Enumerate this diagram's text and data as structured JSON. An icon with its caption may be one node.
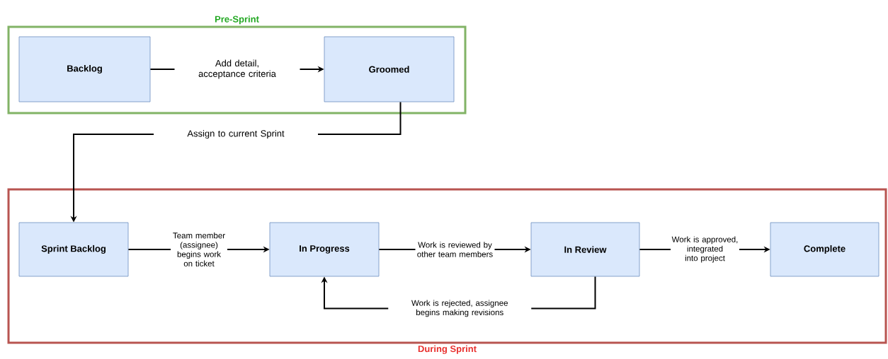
{
  "diagram": {
    "nodes": [
      {
        "text": [
          "Pre-Sprint"
        ]
      },
      {
        "text": [
          "Backlog"
        ],
        "in": 0
      },
      {
        "text": [
          "Groomed"
        ],
        "in": 0
      },
      {
        "text": [
          "During Sprint"
        ]
      },
      {
        "text": [
          "Sprint Backlog"
        ],
        "in": 3
      },
      {
        "text": [
          "In Progress"
        ],
        "in": 3
      },
      {
        "text": [
          "In Review"
        ],
        "in": 3
      },
      {
        "text": [
          "Complete"
        ],
        "in": 3
      }
    ],
    "edges": [
      {
        "from": 1,
        "to": 2,
        "arrow": "to",
        "label": "Add detail, acceptance criteria"
      },
      {
        "from": 2,
        "to": 4,
        "arrow": "to",
        "label": "Assign to current Sprint"
      },
      {
        "from": 4,
        "to": 5,
        "arrow": "to",
        "label": "Team member (assignee) begins work on ticket"
      },
      {
        "from": 5,
        "to": 6,
        "arrow": "to",
        "label": "Work is reviewed by other team members"
      },
      {
        "from": 6,
        "to": 7,
        "arrow": "to",
        "label": "Work is approved, integrated into project"
      },
      {
        "from": 6,
        "to": 5,
        "arrow": "to",
        "label": "Work is rejected, assignee begins making revisions"
      }
    ]
  }
}
